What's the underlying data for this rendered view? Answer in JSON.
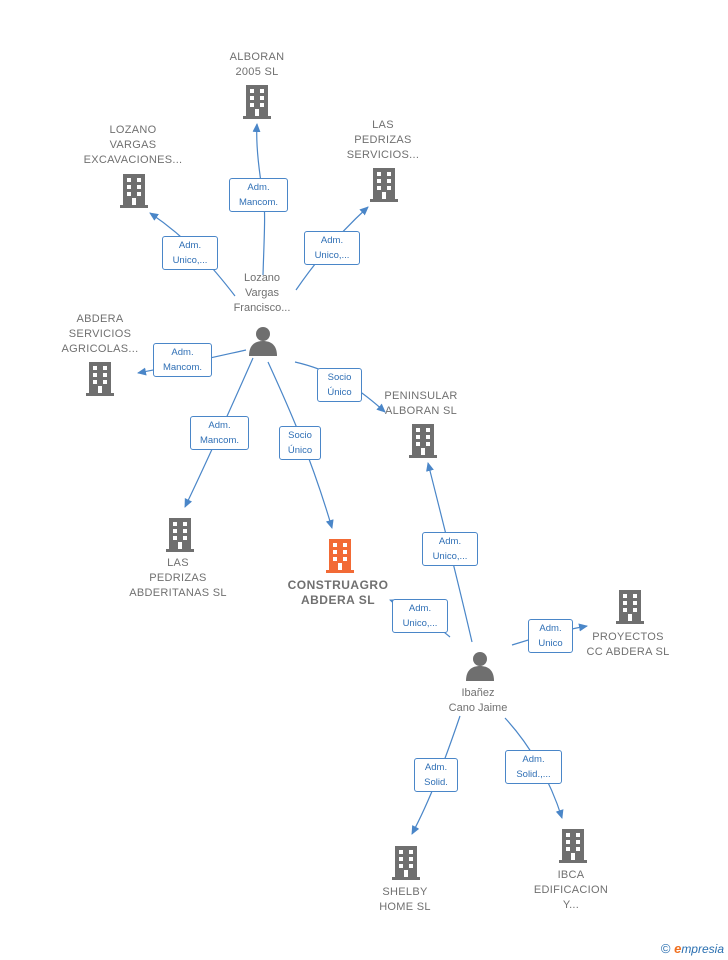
{
  "colors": {
    "edge": "#4a86c8",
    "building": "#6f6f6f",
    "focus_building": "#f26a35",
    "person": "#6f6f6f"
  },
  "nodes": {
    "alboran_2005": {
      "lines": [
        "ALBORAN",
        "2005 SL"
      ],
      "icon": "building-icon"
    },
    "lozano_vargas_excav": {
      "lines": [
        "LOZANO",
        "VARGAS",
        "EXCAVACIONES..."
      ],
      "icon": "building-icon"
    },
    "las_pedrizas_servicios": {
      "lines": [
        "LAS",
        "PEDRIZAS",
        "SERVICIOS..."
      ],
      "icon": "building-icon"
    },
    "abdera_servicios": {
      "lines": [
        "ABDERA",
        "SERVICIOS",
        "AGRICOLAS..."
      ],
      "icon": "building-icon"
    },
    "peninsular_alboran": {
      "lines": [
        "PENINSULAR",
        "ALBORAN SL"
      ],
      "icon": "building-icon"
    },
    "las_pedrizas_abderitanas": {
      "lines": [
        "LAS",
        "PEDRIZAS",
        "ABDERITANAS SL"
      ],
      "icon": "building-icon"
    },
    "construagro": {
      "lines": [
        "CONSTRUAGRO",
        "ABDERA  SL"
      ],
      "icon": "building-icon"
    },
    "proyectos_cc": {
      "lines": [
        "PROYECTOS",
        "CC ABDERA SL"
      ],
      "icon": "building-icon"
    },
    "shelby_home": {
      "lines": [
        "SHELBY",
        "HOME  SL"
      ],
      "icon": "building-icon"
    },
    "ibca": {
      "lines": [
        "IBCA",
        "EDIFICACION",
        "Y..."
      ],
      "icon": "building-icon"
    },
    "lozano_person": {
      "lines": [
        "Lozano",
        "Vargas",
        "Francisco..."
      ],
      "icon": "person-icon"
    },
    "ibanez_person": {
      "lines": [
        "Ibañez",
        "Cano Jaime"
      ],
      "icon": "person-icon"
    }
  },
  "edges": [
    {
      "from": "lozano_person",
      "to": "alboran_2005",
      "label": [
        "Adm.",
        "Mancom."
      ]
    },
    {
      "from": "lozano_person",
      "to": "lozano_vargas_excav",
      "label": [
        "Adm.",
        "Unico,..."
      ]
    },
    {
      "from": "lozano_person",
      "to": "las_pedrizas_servicios",
      "label": [
        "Adm.",
        "Unico,..."
      ]
    },
    {
      "from": "lozano_person",
      "to": "abdera_servicios",
      "label": [
        "Adm.",
        "Mancom."
      ]
    },
    {
      "from": "lozano_person",
      "to": "peninsular_alboran",
      "label": [
        "Socio",
        "Único"
      ]
    },
    {
      "from": "lozano_person",
      "to": "las_pedrizas_abderitanas",
      "label": [
        "Adm.",
        "Mancom."
      ]
    },
    {
      "from": "lozano_person",
      "to": "construagro",
      "label": [
        "Socio",
        "Único"
      ]
    },
    {
      "from": "ibanez_person",
      "to": "peninsular_alboran",
      "label": [
        "Adm.",
        "Unico,..."
      ]
    },
    {
      "from": "ibanez_person",
      "to": "construagro",
      "label": [
        "Adm.",
        "Unico,..."
      ]
    },
    {
      "from": "ibanez_person",
      "to": "proyectos_cc",
      "label": [
        "Adm.",
        "Unico"
      ]
    },
    {
      "from": "ibanez_person",
      "to": "shelby_home",
      "label": [
        "Adm.",
        "Solid."
      ]
    },
    {
      "from": "ibanez_person",
      "to": "ibca",
      "label": [
        "Adm.",
        "Solid.,..."
      ]
    }
  ],
  "footer": {
    "copyright": "©",
    "brand_e": "e",
    "brand_rest": "mpresia"
  }
}
